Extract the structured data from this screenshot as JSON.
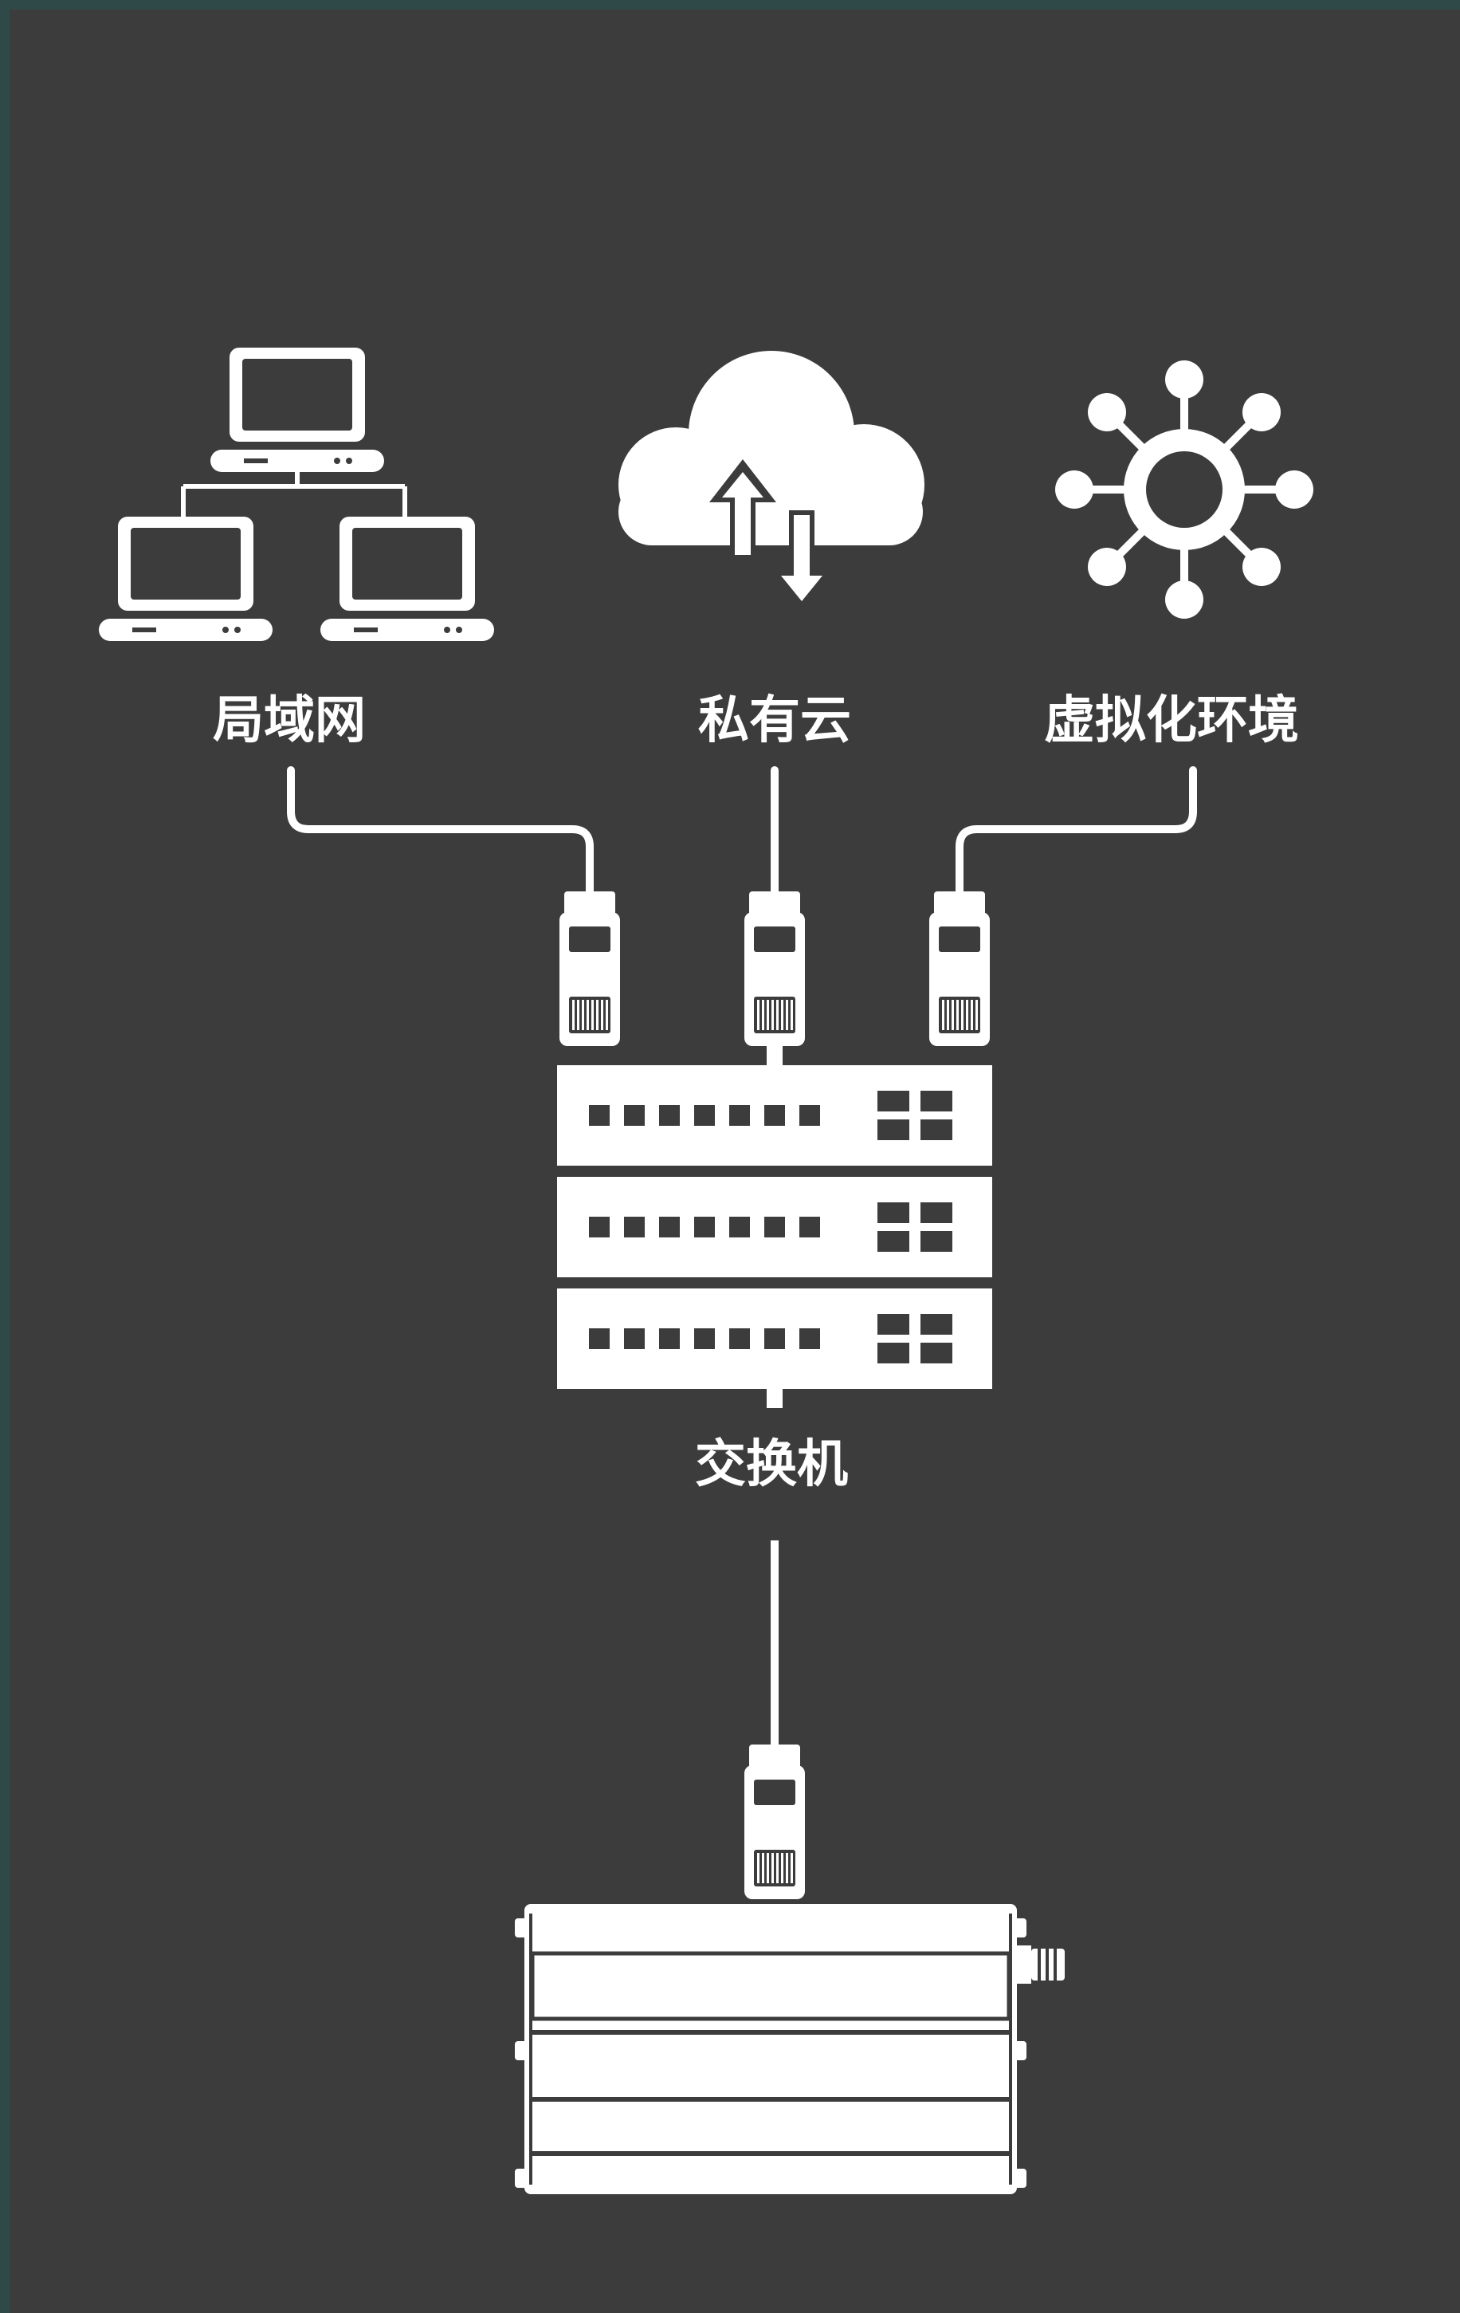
{
  "diagram": {
    "colors": {
      "background": "#3c3c3c",
      "frame": "#2f4848",
      "foreground": "#ffffff"
    },
    "nodes": {
      "lan": {
        "label": "局域网",
        "icon": "lan-computers-icon"
      },
      "cloud": {
        "label": "私有云",
        "icon": "cloud-upload-download-icon"
      },
      "virtual": {
        "label": "虚拟化环境",
        "icon": "virtualization-hub-icon"
      },
      "switch": {
        "label": "交换机",
        "icon": "network-switch-icon"
      },
      "router": {
        "label": "",
        "icon": "industrial-router-icon"
      }
    },
    "edges": [
      {
        "from": "lan",
        "to": "switch"
      },
      {
        "from": "cloud",
        "to": "switch"
      },
      {
        "from": "virtual",
        "to": "switch"
      },
      {
        "from": "switch",
        "to": "router"
      }
    ]
  }
}
